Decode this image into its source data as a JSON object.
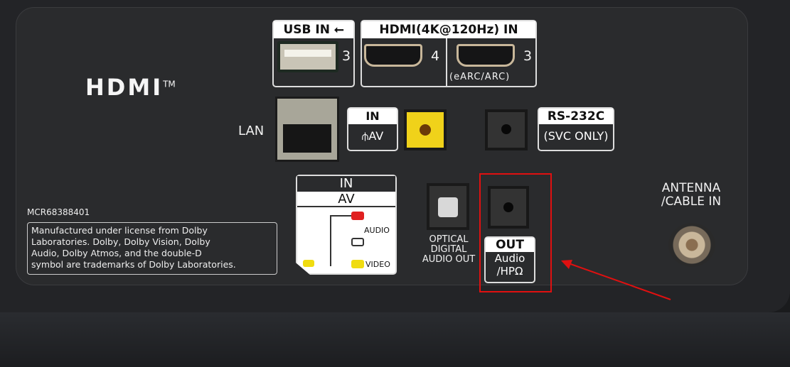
{
  "logo": {
    "text": "HDMI",
    "tm": "TM"
  },
  "usb": {
    "label": "USB IN",
    "number": "3"
  },
  "hdmi": {
    "label": "HDMI(4K@120Hz) IN",
    "ports": [
      {
        "number": "4"
      },
      {
        "number": "3",
        "note": "(eARC/ARC)"
      }
    ]
  },
  "lan": {
    "label": "LAN"
  },
  "av_in_small": {
    "top": "IN",
    "bottom": "AV"
  },
  "rs232": {
    "top": "RS-232C",
    "bottom": "(SVC ONLY)"
  },
  "av_in_diagram": {
    "top": "IN",
    "sub": "AV",
    "audio": "AUDIO",
    "video": "VIDEO",
    "colors": {
      "red": "#e02020",
      "yellow": "#f0dc10"
    }
  },
  "optical": {
    "label_lines": [
      "OPTICAL",
      "DIGITAL",
      "AUDIO OUT"
    ]
  },
  "audio_out": {
    "top": "OUT",
    "line1": "Audio",
    "line2": "/HP",
    "hp_symbol": "Ω"
  },
  "antenna": {
    "line1": "ANTENNA",
    "line2": "/CABLE IN"
  },
  "model": "MCR68388401",
  "dolby_notice": [
    "Manufactured under license from Dolby",
    "Laboratories. Dolby, Dolby Vision, Dolby",
    "Audio, Dolby Atmos, and the double-D",
    "symbol are trademarks of Dolby Laboratories."
  ],
  "annotation": {
    "color": "#e01010"
  }
}
